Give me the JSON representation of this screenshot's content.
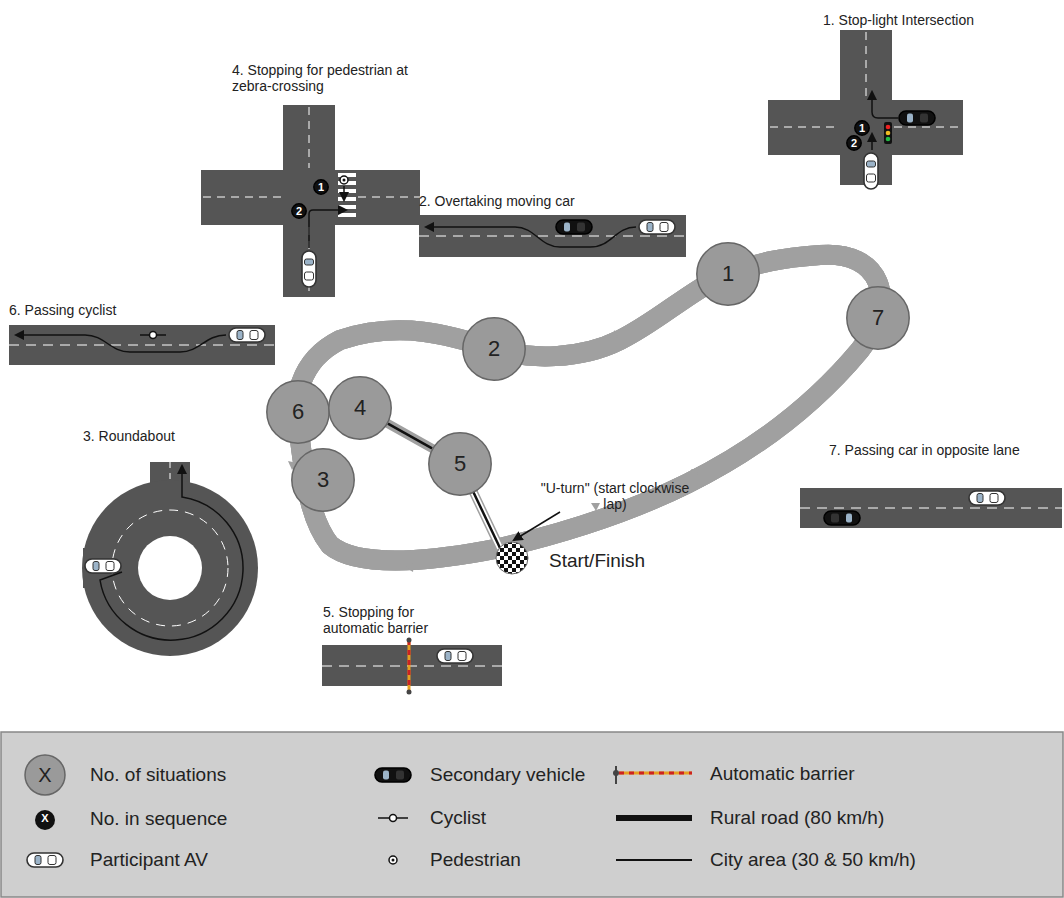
{
  "diagram": {
    "nodes": [
      {
        "text": [
          "1"
        ]
      },
      {
        "text": [
          "2"
        ]
      },
      {
        "text": [
          "1"
        ]
      },
      {
        "text": [
          "2"
        ]
      },
      {
        "text": [
          "1"
        ]
      },
      {
        "text": [
          "7"
        ]
      },
      {
        "text": [
          "2"
        ]
      },
      {
        "text": [
          "6"
        ]
      },
      {
        "text": [
          "4"
        ]
      },
      {
        "text": [
          "5"
        ]
      },
      {
        "text": [
          "3"
        ]
      }
    ],
    "edges": [
      {
        "from": 8,
        "to": 9,
        "arrow": "none"
      }
    ],
    "labels": [
      "1. Stop-light Intersection",
      "4. Stopping for pedestrian at zebra-crossing",
      "2. Overtaking moving car",
      "6. Passing cyclist",
      "3. Roundabout",
      "\"U-turn\" (start clockwise lap)",
      "7. Passing car in opposite lane",
      "Start/Finish",
      "5. Stopping for automatic barrier",
      "X",
      "X"
    ],
    "legend": [
      {
        "text": "No. of situations"
      },
      {
        "text": "No. in sequence"
      },
      {
        "text": "Participant AV"
      },
      {
        "text": "Secondary vehicle"
      },
      {
        "text": "Cyclist"
      },
      {
        "text": "Pedestrian"
      },
      {
        "text": "Automatic barrier"
      },
      {
        "text": "Rural road (80 km/h)"
      },
      {
        "text": "City area (30 & 50 km/h)"
      }
    ]
  }
}
